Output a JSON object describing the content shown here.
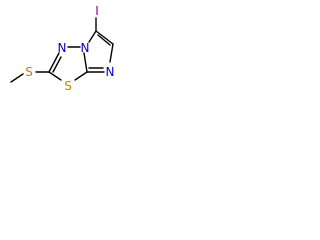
{
  "molecule": {
    "atoms": {
      "iodine": {
        "symbol": "I",
        "color": "#8b008b"
      },
      "sulfur_ring": {
        "symbol": "S",
        "color": "#b8860b"
      },
      "sulfur_methyl": {
        "symbol": "S",
        "color": "#b8860b"
      },
      "n_thiadiazole": {
        "symbol": "N",
        "color": "#0000cd"
      },
      "n_bridgehead": {
        "symbol": "N",
        "color": "#0000cd"
      },
      "n_imidazole": {
        "symbol": "N",
        "color": "#0000cd"
      }
    }
  }
}
